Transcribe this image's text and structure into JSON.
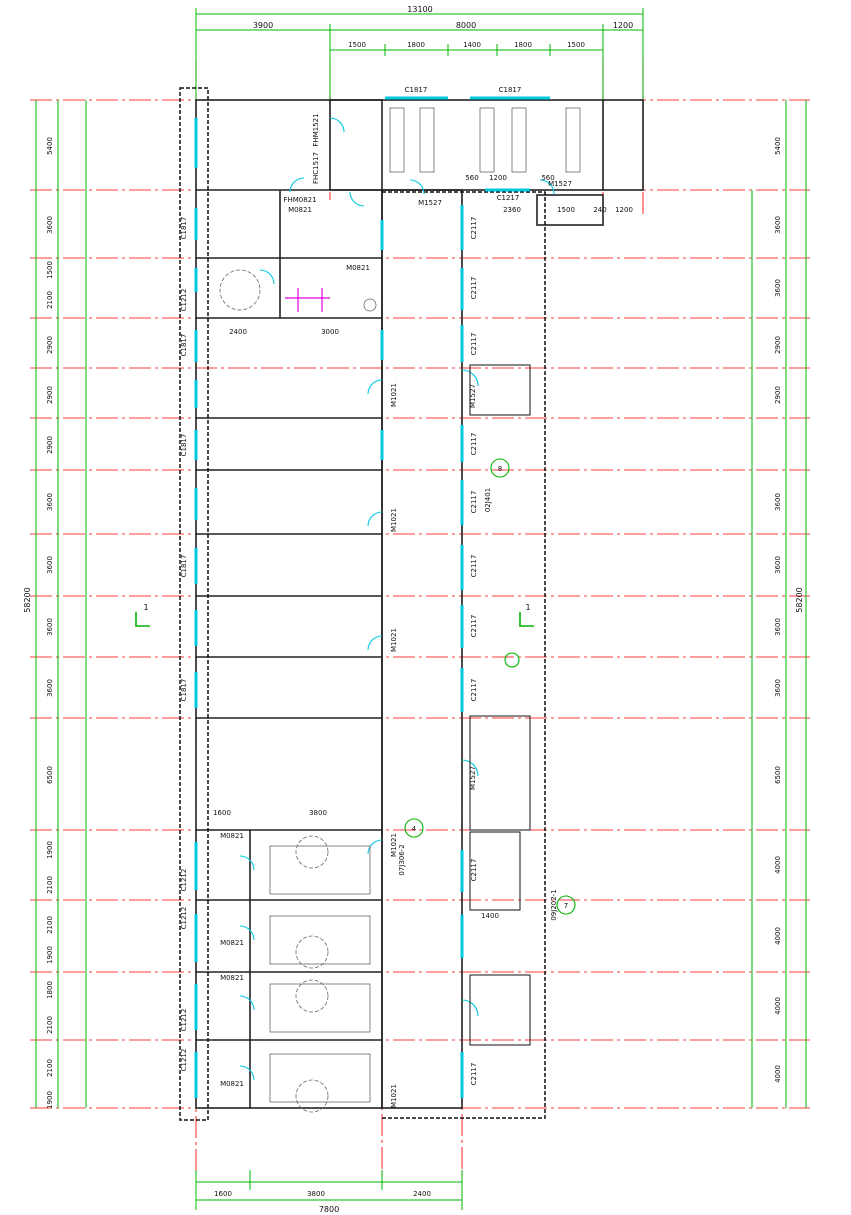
{
  "plan": {
    "top_dims": {
      "overall": "13100",
      "left_span": "3900",
      "mid_span": "8000",
      "right_span": "1200",
      "sub": [
        "1500",
        "1800",
        "1400",
        "1800",
        "1500"
      ]
    },
    "bottom_dims": {
      "overall": "7800",
      "segments": [
        "1600",
        "3800",
        "2400"
      ]
    },
    "left_dims": {
      "overall": "58200",
      "spans": [
        "5400",
        "3600",
        "1500",
        "2100",
        "2900",
        "2900",
        "2900",
        "3600",
        "3600",
        "3600",
        "3600",
        "6500",
        "1900",
        "2100",
        "2100",
        "1900",
        "1800",
        "2100",
        "2100",
        "1900"
      ]
    },
    "right_dims": {
      "overall": "58200",
      "spans": [
        "5400",
        "3600",
        "3600",
        "2900",
        "2900",
        "3600",
        "3600",
        "3600",
        "3600",
        "6500",
        "4000",
        "4000",
        "4000",
        "4000"
      ]
    },
    "door_labels": [
      "FHM1521",
      "FHC1517",
      "FHM0821",
      "M0821",
      "M1527",
      "M1527",
      "M1527",
      "M1527",
      "M1021",
      "M1021",
      "M1021",
      "M1021",
      "M1021",
      "M0821",
      "M0821",
      "M0821",
      "M0821",
      "M0821"
    ],
    "window_labels": [
      "C1817",
      "C1817",
      "C1217",
      "C2117",
      "C2117",
      "C2117",
      "C2117",
      "C2117",
      "C2117",
      "C2117",
      "C2117",
      "C2117",
      "C2117",
      "C1817",
      "C1817",
      "C1817",
      "C1817",
      "C1817",
      "C1212",
      "C1212",
      "C1212",
      "C1212",
      "C1212"
    ],
    "inner_dims": [
      "3000",
      "2400",
      "3800",
      "1600",
      "1400",
      "2360",
      "1500",
      "1200",
      "240",
      "1200",
      "560",
      "560"
    ],
    "section_mark": "1",
    "callouts": [
      "07J306-2",
      "4",
      "02J401",
      "8",
      "09J202-1",
      "7"
    ]
  }
}
